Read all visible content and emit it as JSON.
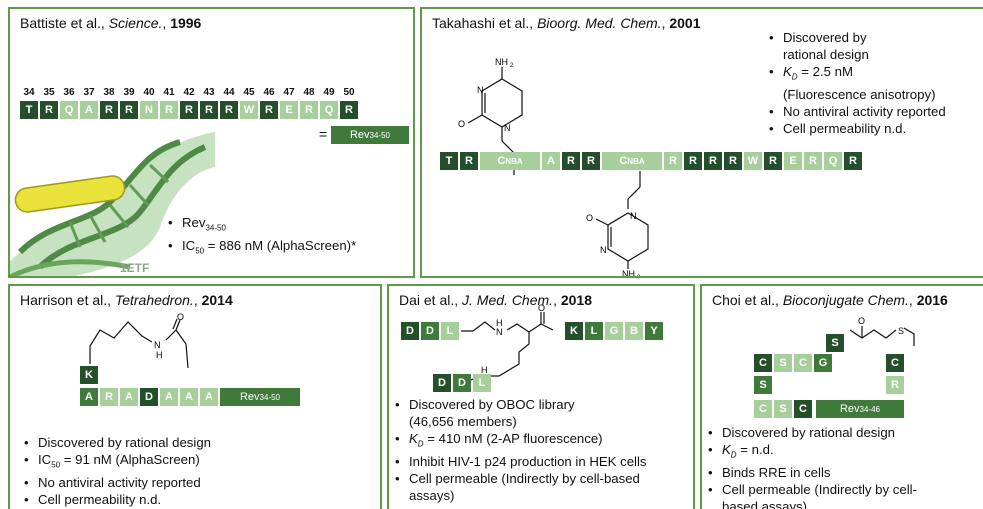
{
  "panels": {
    "p1": {
      "authors": "Battiste et al., ",
      "journal": "Science.",
      "sep": ", ",
      "year": "1996",
      "numbers": [
        "34",
        "35",
        "36",
        "37",
        "38",
        "39",
        "40",
        "41",
        "42",
        "43",
        "44",
        "45",
        "46",
        "47",
        "48",
        "49",
        "50"
      ],
      "seq": [
        "T",
        "R",
        "Q",
        "A",
        "R",
        "R",
        "N",
        "R",
        "R",
        "R",
        "R",
        "W",
        "R",
        "E",
        "R",
        "Q",
        "R"
      ],
      "eq": "=",
      "rev_label": "Rev",
      "rev_sub": "34-50",
      "b1": "Rev",
      "b1_sub": "34-50",
      "b2a": "IC",
      "b2_sub": "50",
      "b2b": " = 886 nM (AlphaScreen)*",
      "pdb": "1ETF"
    },
    "p2": {
      "authors": "Takahashi et al., ",
      "journal": "Bioorg. Med. Chem.",
      "sep": ", ",
      "year": "2001",
      "seq": [
        "T",
        "R",
        "C",
        "A",
        "R",
        "R",
        "C",
        "R",
        "R",
        "R",
        "R",
        "W",
        "R",
        "E",
        "R",
        "Q",
        "R"
      ],
      "cnba": "C",
      "cnba_sub": "NBA",
      "b1": "Discovered by",
      "b1c": "rational design",
      "b2k": "K",
      "b2sub": "D",
      "b2": " = 2.5 nM",
      "b2c": "(Fluorescence anisotropy)",
      "b3": "No antiviral activity reported",
      "b4": "Cell permeability n.d."
    },
    "p3": {
      "authors": "Harrison et al., ",
      "journal": "Tetrahedron.",
      "sep": ", ",
      "year": "2014",
      "k": "K",
      "seq": [
        "A",
        "R",
        "A",
        "D",
        "A",
        "A",
        "A"
      ],
      "rev_label": "Rev",
      "rev_sub": "34-50",
      "b1": "Discovered by rational design",
      "b2a": "IC",
      "b2_sub": "50",
      "b2b": " = 91 nM (AlphaScreen)",
      "b3": "No antiviral activity reported",
      "b4": "Cell permeability n.d."
    },
    "p4": {
      "authors": "Dai et al., ",
      "journal": "J. Med. Chem.",
      "sep": ", ",
      "year": "2018",
      "top": [
        "D",
        "D",
        "L"
      ],
      "right": [
        "K",
        "L",
        "G",
        "B",
        "Y"
      ],
      "bottom": [
        "D",
        "D",
        "L"
      ],
      "b1": "Discovered by OBOC library",
      "b1c": "(46,656 members)",
      "b2k": "K",
      "b2sub": "D",
      "b2": " = 410 nM (2-AP fluorescence)",
      "b3": "Inhibit HIV-1 p24 production in HEK cells",
      "b4": "Cell permeable (Indirectly by cell-based",
      "b4c": "assays)"
    },
    "p5": {
      "authors": "Choi et al., ",
      "journal": "Bioconjugate Chem.",
      "sep": ", ",
      "year": "2016",
      "s_top": "S",
      "row1": [
        "C",
        "S",
        "C",
        "G"
      ],
      "c_right": "C",
      "s_left": "S",
      "r_right": "R",
      "row3": [
        "C",
        "S",
        "C"
      ],
      "rev_label": "Rev",
      "rev_sub": "34-46",
      "b1": "Discovered by rational design",
      "b2k": "K",
      "b2sub": "D",
      "b2": " = n.d.",
      "b3": "Binds RRE in cells",
      "b4": "Cell permeable (Indirectly by cell-",
      "b4c": "based assays)"
    }
  },
  "chem": {
    "nh2": "NH",
    "nh2_sub": "2",
    "n": "N",
    "o": "O",
    "h": "H",
    "nh": "NH"
  },
  "colors": {
    "border": "#5e9a4a",
    "dark": "#244f2a",
    "mid": "#3f7a3a",
    "light": "#a6cf9b",
    "helix": "#e8e23a"
  }
}
